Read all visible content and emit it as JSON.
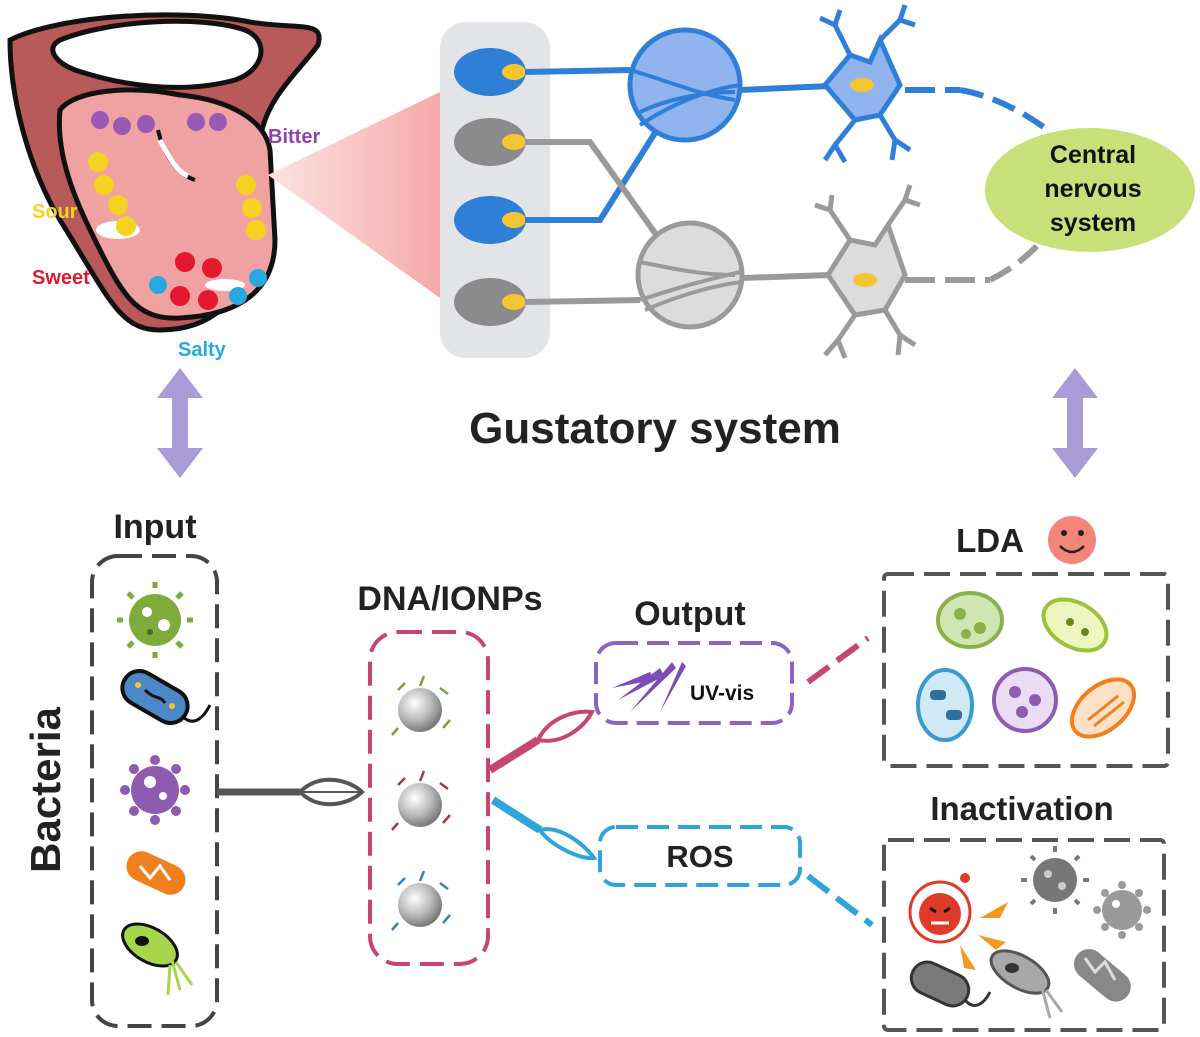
{
  "labels": {
    "bitter": "Bitter",
    "sour": "Sour",
    "sweet": "Sweet",
    "salty": "Salty",
    "cns_line1": "Central",
    "cns_line2": "nervous",
    "cns_line3": "system",
    "gustatory": "Gustatory system",
    "input": "Input",
    "bacteria": "Bacteria",
    "dna_ionps": "DNA/IONPs",
    "output": "Output",
    "uvvis": "UV-vis",
    "ros": "ROS",
    "lda": "LDA",
    "inactivation": "Inactivation"
  },
  "colors": {
    "bitter": "#8e44ad",
    "sour": "#f4d21f",
    "sweet": "#e3172d",
    "salty": "#29a8df",
    "nerve_blue": "#2f7fd9",
    "nerve_gray": "#9a9a9a",
    "cns_fill": "#c9e07a",
    "arrow": "#a99cd6",
    "dna_box": "#c8456f",
    "output_box": "#8b63c4",
    "ros_box": "#2ea3dc",
    "dark": "#555555"
  },
  "icons": [
    "tongue-icon",
    "taste-receptor-cell-icon",
    "neuron-icon",
    "double-arrow-icon",
    "bacterium-icon",
    "nanoparticle-icon",
    "smiley-icon",
    "light-beam-icon",
    "cell-icon",
    "ros-burst-icon"
  ]
}
